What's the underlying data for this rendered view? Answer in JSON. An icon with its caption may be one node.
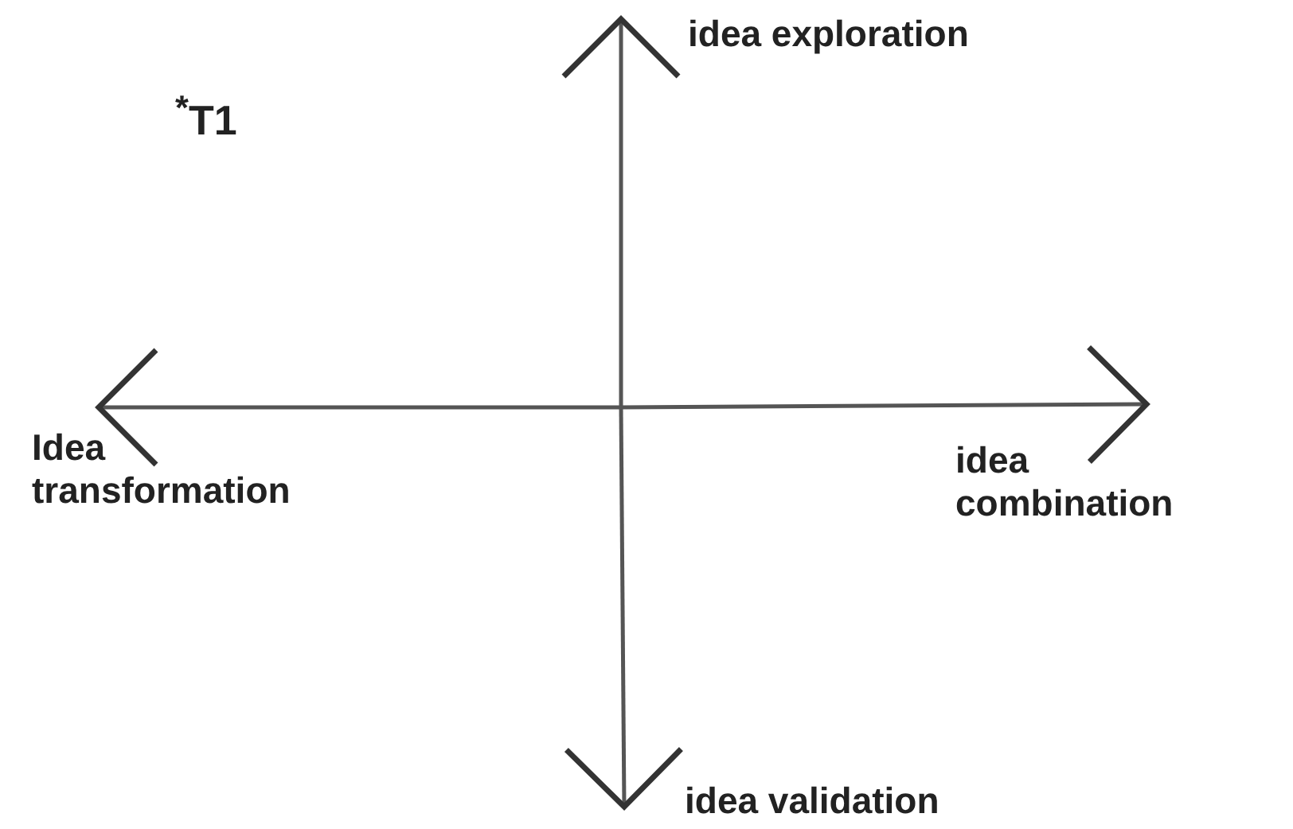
{
  "diagram": {
    "nodes": [
      {
        "text": [
          "idea exploration"
        ]
      },
      {
        "text": [
          "Idea transformation"
        ]
      },
      {
        "text": [
          "idea combination"
        ]
      },
      {
        "text": [
          "idea validation"
        ]
      }
    ],
    "edges": [
      {
        "from": null,
        "to": 0,
        "arrow": "to"
      },
      {
        "from": null,
        "to": 1,
        "arrow": "to"
      },
      {
        "from": null,
        "to": 2,
        "arrow": "to"
      },
      {
        "from": null,
        "to": 3,
        "arrow": "to"
      }
    ],
    "labels": [
      "$^{*}$T1"
    ]
  }
}
